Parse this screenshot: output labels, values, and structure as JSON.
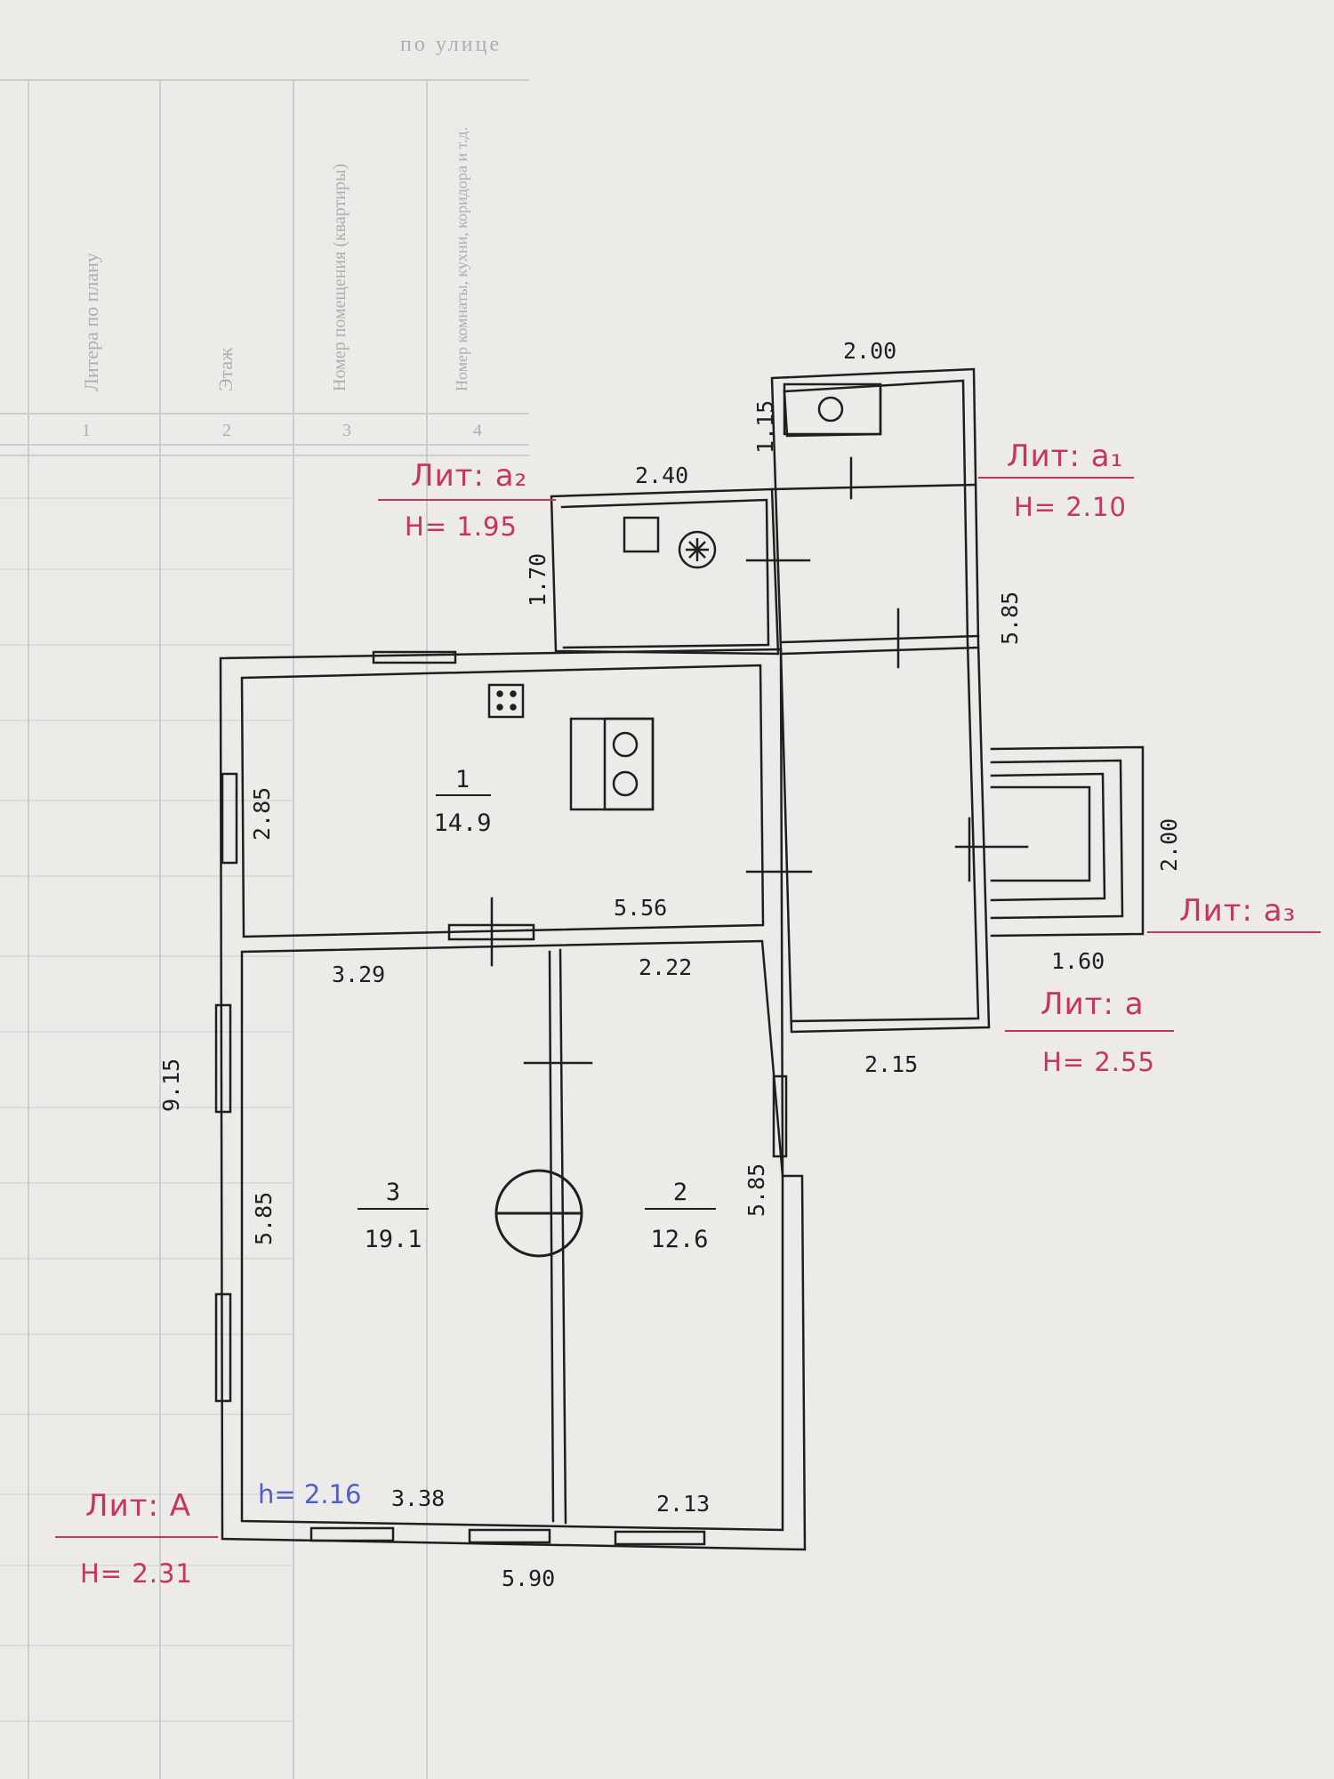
{
  "colors": {
    "paper": "#ecebe7",
    "ink": "#1f1f1f",
    "red_ink": "#c8345c",
    "blue_ink": "#4f5fc8",
    "form_print": "#9aa8ad"
  },
  "form_header": {
    "title": "по улице",
    "columns": [
      {
        "label": "Литера по плану",
        "number": "1"
      },
      {
        "label": "Этаж",
        "number": "2"
      },
      {
        "label": "Номер помещения (квартиры)",
        "number": "3"
      },
      {
        "label": "Номер комнаты, кухни, коридора и т.д.",
        "number": "4"
      }
    ]
  },
  "plan": {
    "rooms": [
      {
        "number": "1",
        "area": "14.9"
      },
      {
        "number": "2",
        "area": "12.6"
      },
      {
        "number": "3",
        "area": "19.1"
      }
    ],
    "dimensions": {
      "a1_top_width": "2.00",
      "a1_small_height": "1.15",
      "a2_width": "2.40",
      "a2_height": "1.70",
      "main_top_height": "2.85",
      "room1_width": "5.56",
      "room3_top": "3.29",
      "room2_top": "2.22",
      "total_height": "9.15",
      "room3_height": "5.85",
      "room2_height": "5.85",
      "a1_height": "5.85",
      "room3_bottom": "3.38",
      "room2_bottom": "2.13",
      "total_width": "5.90",
      "a_width": "2.15",
      "a3_height": "2.00",
      "a3_width": "1.60"
    },
    "inner_height_note": "h= 2.16"
  },
  "litera": [
    {
      "id": "a2",
      "title": "Лит: а₂",
      "height": "Н= 1.95"
    },
    {
      "id": "a1",
      "title": "Лит: а₁",
      "height": "Н= 2.10"
    },
    {
      "id": "a3",
      "title": "Лит: а₃"
    },
    {
      "id": "a",
      "title": "Лит: а",
      "height": "Н= 2.55"
    },
    {
      "id": "A",
      "title": "Лит: А",
      "height": "Н= 2.31"
    }
  ],
  "icons": [
    "stove-icon",
    "chimney-square-icon",
    "gas-meter-icon",
    "sink-icon",
    "outlet-icon",
    "round-stove-icon"
  ]
}
